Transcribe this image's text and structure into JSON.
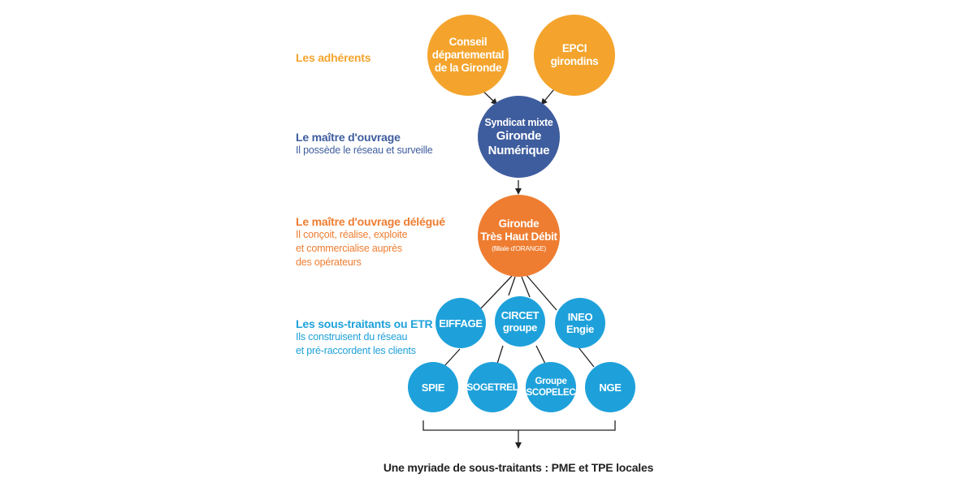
{
  "colors": {
    "members": "#f4a42c",
    "owner": "#3e5d9e",
    "delegated": "#ee7d31",
    "subcontractors": "#1ea1da",
    "lines": "#222222"
  },
  "labels": {
    "members": {
      "title": "Les adhérents"
    },
    "owner": {
      "title": "Le maître d'ouvrage",
      "lines": [
        "Il possède le réseau et surveille"
      ]
    },
    "delegated": {
      "title": "Le maître d'ouvrage délégué",
      "lines": [
        "Il conçoit, réalise, exploite",
        "et commercialise auprès",
        "des opérateurs"
      ]
    },
    "subcontractors": {
      "title": "Les sous-traitants ou ETR",
      "lines": [
        "Ils construisent du réseau",
        "et pré-raccordent les clients"
      ]
    }
  },
  "nodes": {
    "conseil": [
      "Conseil",
      "départemental",
      "de la Gironde"
    ],
    "epci": [
      "EPCI",
      "girondins"
    ],
    "syndicat": {
      "line1": "Syndicat mixte",
      "line2": "Gironde",
      "line3": "Numérique"
    },
    "gironde_thd": {
      "line1": "Gironde",
      "line2": "Très Haut Débit",
      "line3": "(filliale d'ORANGE)"
    },
    "eiffage": "EIFFAGE",
    "circet": [
      "CIRCET",
      "groupe"
    ],
    "ineo": [
      "INEO",
      "Engie"
    ],
    "spie": "SPIE",
    "sogetrel": "SOGETREL",
    "scopelec": [
      "Groupe",
      "SCOPELEC"
    ],
    "nge": "NGE"
  },
  "footer": "Une myriade de sous-traitants : PME et TPE locales"
}
